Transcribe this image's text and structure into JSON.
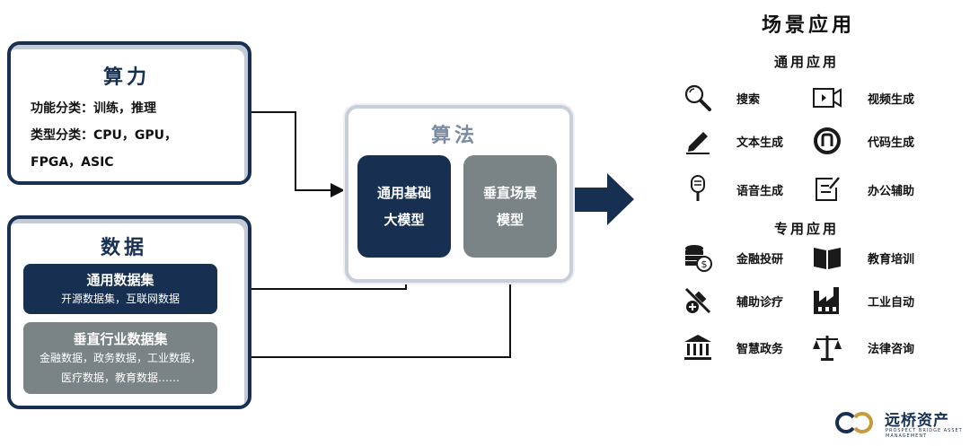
{
  "compute": {
    "title": "算力",
    "line1": "功能分类：训练，推理",
    "line2": "类型分类：CPU，GPU，",
    "line3": "FPGA，ASIC"
  },
  "data": {
    "title": "数据",
    "general": {
      "title": "通用数据集",
      "desc": "开源数据集，互联网数据"
    },
    "vertical": {
      "title": "垂直行业数据集",
      "desc1": "金融数据，政务数据，工业数据，",
      "desc2": "医疗数据，教育数据……"
    }
  },
  "algorithm": {
    "title": "算法",
    "model1": [
      "通用基础",
      "大模型"
    ],
    "model2": [
      "垂直场景",
      "模型"
    ]
  },
  "scenarios": {
    "title": "场景应用",
    "general_title": "通用应用",
    "general_items": [
      {
        "label": "搜索",
        "icon": "search-icon"
      },
      {
        "label": "视频生成",
        "icon": "video-camera-icon"
      },
      {
        "label": "文本生成",
        "icon": "pen-icon"
      },
      {
        "label": "代码生成",
        "icon": "code-icon"
      },
      {
        "label": "语音生成",
        "icon": "microphone-icon"
      },
      {
        "label": "办公辅助",
        "icon": "notepad-icon"
      }
    ],
    "special_title": "专用应用",
    "special_items": [
      {
        "label": "金融投研",
        "icon": "coins-icon"
      },
      {
        "label": "教育培训",
        "icon": "book-icon"
      },
      {
        "label": "辅助诊疗",
        "icon": "medical-icon"
      },
      {
        "label": "工业自动",
        "icon": "factory-icon"
      },
      {
        "label": "智慧政务",
        "icon": "government-building-icon"
      },
      {
        "label": "法律咨询",
        "icon": "scales-icon"
      }
    ]
  },
  "logo": {
    "name": "远桥资产",
    "sub": "PROSPECT BRIDGE ASSET MANAGEMENT"
  },
  "colors": {
    "navy": "#173052",
    "grey": "#7a8386",
    "panel_border_light": "#c9cfda"
  }
}
